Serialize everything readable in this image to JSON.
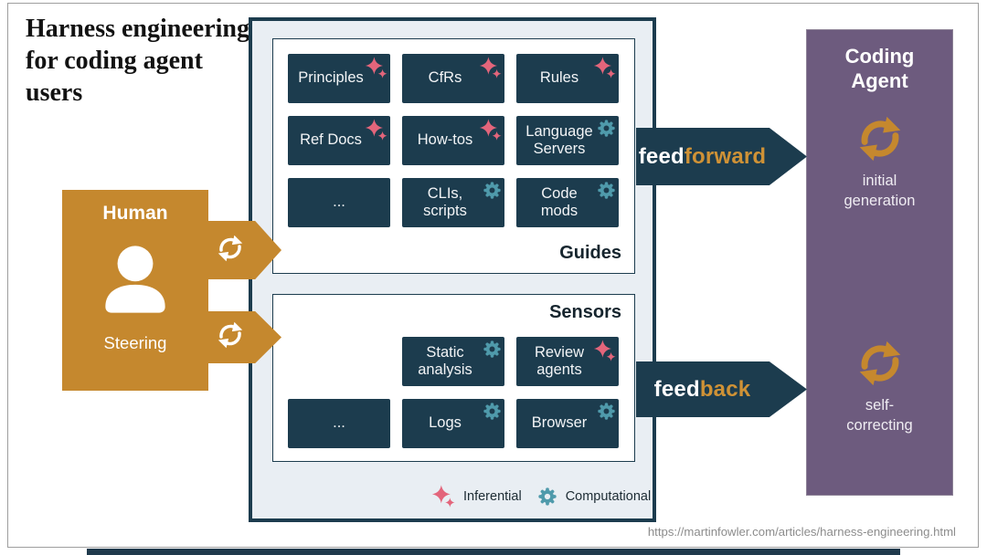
{
  "title": "Harness engineering for coding agent users",
  "human": {
    "label": "Human",
    "sublabel": "Steering"
  },
  "guides": {
    "label": "Guides",
    "tiles": [
      {
        "label": "Principles",
        "icon": "inferential"
      },
      {
        "label": "CfRs",
        "icon": "inferential"
      },
      {
        "label": "Rules",
        "icon": "inferential"
      },
      {
        "label": "Ref Docs",
        "icon": "inferential"
      },
      {
        "label": "How-tos",
        "icon": "inferential"
      },
      {
        "label": "Language\nServers",
        "icon": "computational"
      },
      {
        "label": "...",
        "icon": "none"
      },
      {
        "label": "CLIs,\nscripts",
        "icon": "computational"
      },
      {
        "label": "Code\nmods",
        "icon": "computational"
      }
    ]
  },
  "sensors": {
    "label": "Sensors",
    "tiles": [
      {
        "label": "",
        "icon": "none"
      },
      {
        "label": "Static\nanalysis",
        "icon": "computational"
      },
      {
        "label": "Review\nagents",
        "icon": "inferential"
      },
      {
        "label": "...",
        "icon": "none"
      },
      {
        "label": "Logs",
        "icon": "computational"
      },
      {
        "label": "Browser",
        "icon": "computational"
      }
    ]
  },
  "legend": {
    "inferential_label": "Inferential",
    "computational_label": "Computational"
  },
  "arrows": {
    "feedforward": {
      "prefix": "feed",
      "emphasis": "forward"
    },
    "feedback": {
      "prefix": "feed",
      "emphasis": "back"
    }
  },
  "coding_agent": {
    "title": "Coding\nAgent",
    "states": [
      {
        "label": "initial\ngeneration"
      },
      {
        "label": "self-\ncorrecting"
      }
    ]
  },
  "footer_url": "https://martinfowler.com/articles/harness-engineering.html",
  "colors": {
    "dark_teal": "#1c3c4e",
    "gold": "#c5882e",
    "gold_text": "#cf9236",
    "purple": "#6d5b7e",
    "pink": "#e3657b",
    "gear_teal": "#4f9aab",
    "panel_bg": "#e9eef3",
    "tile_bg": "#1c3c4e"
  }
}
